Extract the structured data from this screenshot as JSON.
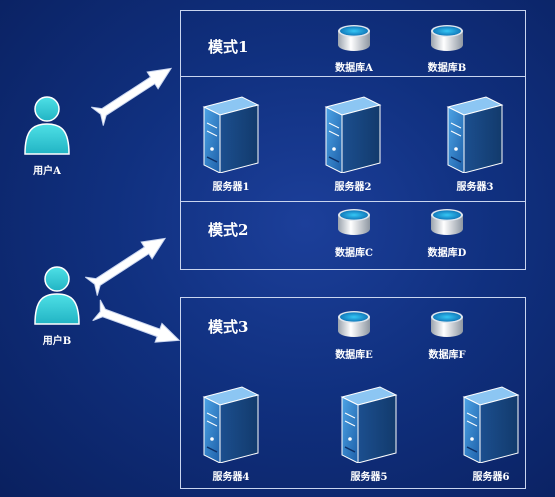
{
  "users": [
    {
      "label": "用户A"
    },
    {
      "label": "用户B"
    }
  ],
  "mode1": {
    "title": "模式1",
    "databases": [
      {
        "label": "数据库A"
      },
      {
        "label": "数据库B"
      }
    ],
    "servers": [
      {
        "label": "服务器1"
      },
      {
        "label": "服务器2"
      },
      {
        "label": "服务器3"
      }
    ]
  },
  "mode2": {
    "title": "模式2",
    "databases": [
      {
        "label": "数据库C"
      },
      {
        "label": "数据库D"
      }
    ]
  },
  "mode3": {
    "title": "模式3",
    "databases": [
      {
        "label": "数据库E"
      },
      {
        "label": "数据库F"
      }
    ],
    "servers": [
      {
        "label": "服务器4"
      },
      {
        "label": "服务器5"
      },
      {
        "label": "服务器6"
      }
    ]
  },
  "colors": {
    "background": "#10307f",
    "user_icon": "#3fd0d8",
    "database_top": "#1aa0e0",
    "server_body": "#3a86cc",
    "arrow": "#ffffff"
  },
  "icons": {
    "user": "user-icon",
    "database": "database-icon",
    "server": "server-icon",
    "arrow": "arrow-icon"
  }
}
